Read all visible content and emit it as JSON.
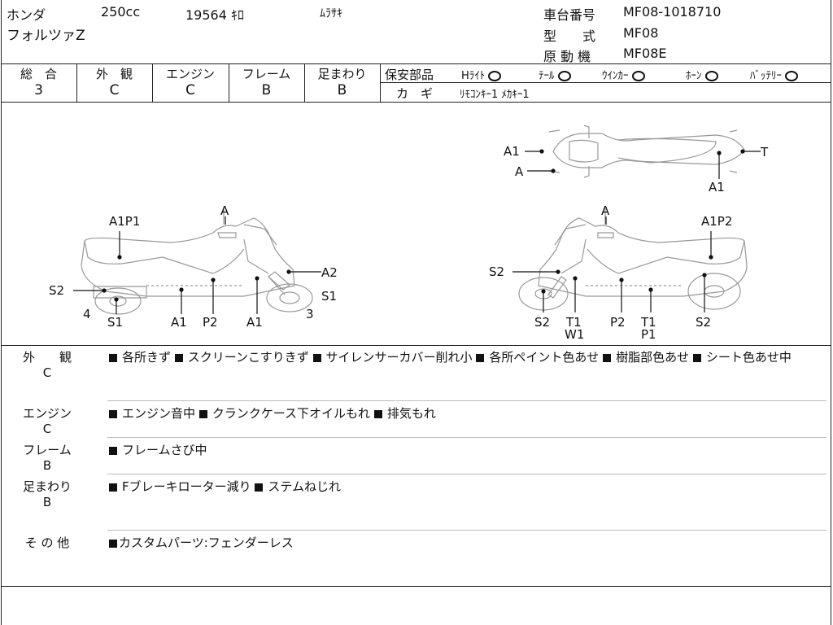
{
  "header": {
    "maker": "ホンダ",
    "displacement": "250cc",
    "mileage": "19564 ｷﾛ",
    "color": "ﾑﾗｻｷ",
    "model_name": "フォルツァZ",
    "frame_no_label": "車台番号",
    "frame_no": "MF08-1018710",
    "type_label": "型　　式",
    "type": "MF08",
    "engine_label": "原 動 機",
    "engine_type": "MF08E"
  },
  "grades": {
    "overall_label": "総　合",
    "overall": "3",
    "exterior_label": "外　観",
    "exterior": "C",
    "engine_label": "エンジン",
    "engine": "C",
    "frame_label": "フレーム",
    "frame": "B",
    "suspension_label": "足まわり",
    "suspension": "B"
  },
  "safety": {
    "label": "保安部品",
    "items": [
      {
        "label": "Hﾗｲﾄ"
      },
      {
        "label": "ﾃｰﾙ"
      },
      {
        "label": "ｳｲﾝｶｰ"
      },
      {
        "label": "ﾎｰﾝ"
      },
      {
        "label": "ﾊﾞｯﾃﾘｰ"
      }
    ],
    "key_label": "カ　ギ",
    "key_value": "ﾘﾓｺﾝｷｰ1 ﾒｶｷｰ1"
  },
  "diagram": {
    "left_side": {
      "top_a": "A",
      "a1p1": "A1P1",
      "a2": "A2",
      "s2": "S2",
      "s1_right": "S1",
      "num4": "4",
      "num3": "3",
      "s1": "S1",
      "a1_a": "A1",
      "p2": "P2",
      "a1_b": "A1"
    },
    "right_side": {
      "top_a": "A",
      "a1p2": "A1P2",
      "s2_left": "S2",
      "s2_a": "S2",
      "t1_a": "T1",
      "w1": "W1",
      "p2": "P2",
      "t1_b": "T1",
      "p1": "P1",
      "s2_b": "S2"
    },
    "top_view": {
      "a1_left": "A1",
      "a": "A",
      "t": "T",
      "a1_bottom": "A1"
    }
  },
  "remarks": [
    {
      "label": "外　　観",
      "grade": "C",
      "items": [
        "各所きず",
        "スクリーンこすりきず",
        "サイレンサーカバー削れ小",
        "各所ペイント色あせ",
        "樹脂部色あせ",
        "シート色あせ中"
      ]
    },
    {
      "label": "エンジン",
      "grade": "C",
      "items": [
        "エンジン音中",
        "クランクケース下オイルもれ",
        "排気もれ"
      ]
    },
    {
      "label": "フレーム",
      "grade": "B",
      "items": [
        "フレームさび中"
      ]
    },
    {
      "label": "足まわり",
      "grade": "B",
      "items": [
        "Fブレーキローター減り",
        "ステムねじれ"
      ]
    },
    {
      "label": "そ の 他",
      "grade": "",
      "items": [
        "カスタムパーツ:フェンダーレス"
      ]
    }
  ]
}
